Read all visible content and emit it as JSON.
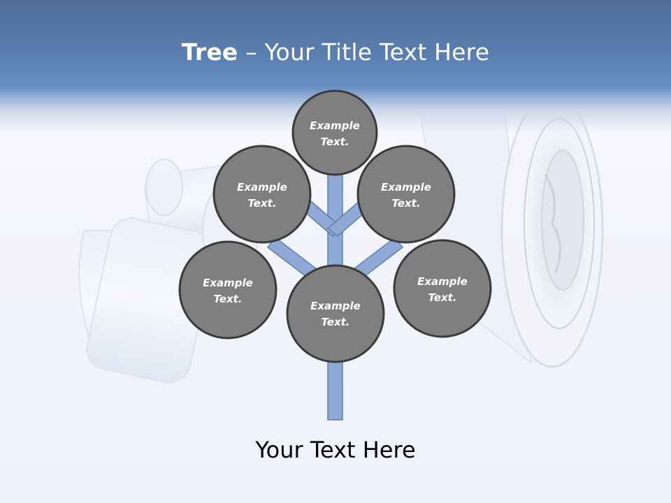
{
  "slide": {
    "title_bold": "Tree",
    "title_rest": " – Your Title Text Here",
    "caption": "Your Text Here"
  },
  "tree": {
    "nodes": [
      {
        "id": "top",
        "line1": "Example",
        "line2": "Text."
      },
      {
        "id": "upper-left",
        "line1": "Example",
        "line2": "Text."
      },
      {
        "id": "upper-right",
        "line1": "Example",
        "line2": "Text."
      },
      {
        "id": "lower-left",
        "line1": "Example",
        "line2": "Text."
      },
      {
        "id": "center",
        "line1": "Example",
        "line2": "Text."
      },
      {
        "id": "lower-right",
        "line1": "Example",
        "line2": "Text."
      }
    ]
  },
  "colors": {
    "header": "#5b80b2",
    "branch": "#8ea9d3",
    "branch_outline": "#5f7fae",
    "node_fill": "#7f7f7f",
    "node_outline": "#3a3a3a"
  }
}
